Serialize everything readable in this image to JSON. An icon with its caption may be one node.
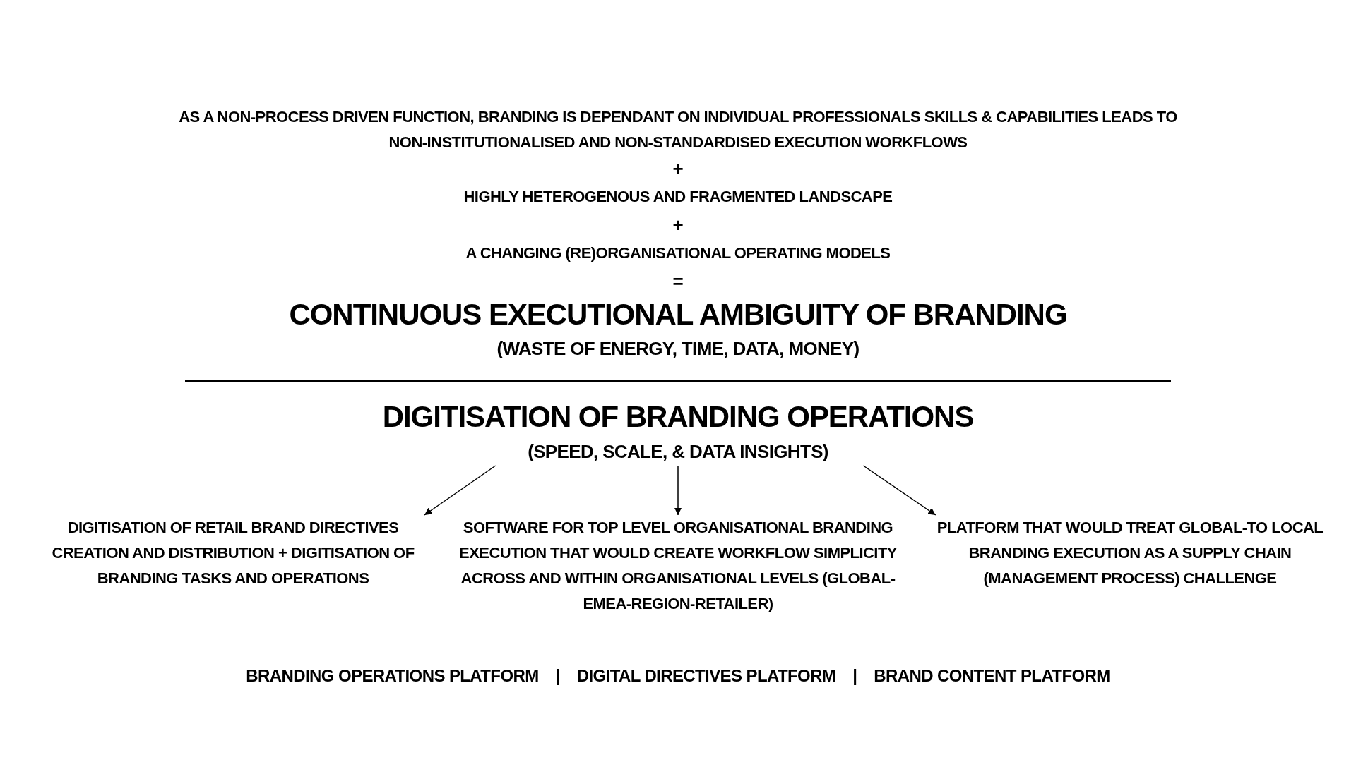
{
  "diagram": {
    "nodes": [
      {
        "text": [
          "DIGITISATION OF BRANDING OPERATIONS",
          "(SPEED, SCALE, & DATA INSIGHTS)"
        ]
      },
      {
        "text": [
          "DIGITISATION OF RETAIL BRAND DIRECTIVES CREATION AND DISTRIBUTION + DIGITISATION OF BRANDING TASKS AND OPERATIONS"
        ]
      },
      {
        "text": [
          "SOFTWARE FOR TOP LEVEL ORGANISATIONAL BRANDING EXECUTION THAT WOULD CREATE WORKFLOW SIMPLICITY ACROSS AND WITHIN ORGANISATIONAL LEVELS (GLOBAL-EMEA-REGION-RETAILER)"
        ]
      },
      {
        "text": [
          "PLATFORM THAT WOULD TREAT GLOBAL-TO LOCAL BRANDING EXECUTION AS A SUPPLY CHAIN (MANAGEMENT PROCESS) CHALLENGE"
        ]
      }
    ],
    "edges": [
      {
        "from": 0,
        "to": 1,
        "arrow": "to"
      },
      {
        "from": 0,
        "to": 2,
        "arrow": "to"
      },
      {
        "from": 0,
        "to": 3,
        "arrow": "to"
      }
    ],
    "labels": [
      "AS A NON-PROCESS DRIVEN FUNCTION, BRANDING IS DEPENDANT ON INDIVIDUAL PROFESSIONALS SKILLS & CAPABILITIES LEADS TO NON-INSTITUTIONALISED AND NON-STANDARDISED EXECUTION WORKFLOWS",
      "+",
      "HIGHLY HETEROGENOUS AND FRAGMENTED LANDSCAPE",
      "+",
      "A CHANGING (RE)ORGANISATIONAL OPERATING MODELS",
      "=",
      "CONTINUOUS EXECUTIONAL AMBIGUITY OF BRANDING",
      "(WASTE OF ENERGY, TIME, DATA, MONEY)",
      "BRANDING OPERATIONS PLATFORM",
      "|",
      "DIGITAL DIRECTIVES PLATFORM",
      "|",
      "BRAND CONTENT PLATFORM"
    ]
  }
}
